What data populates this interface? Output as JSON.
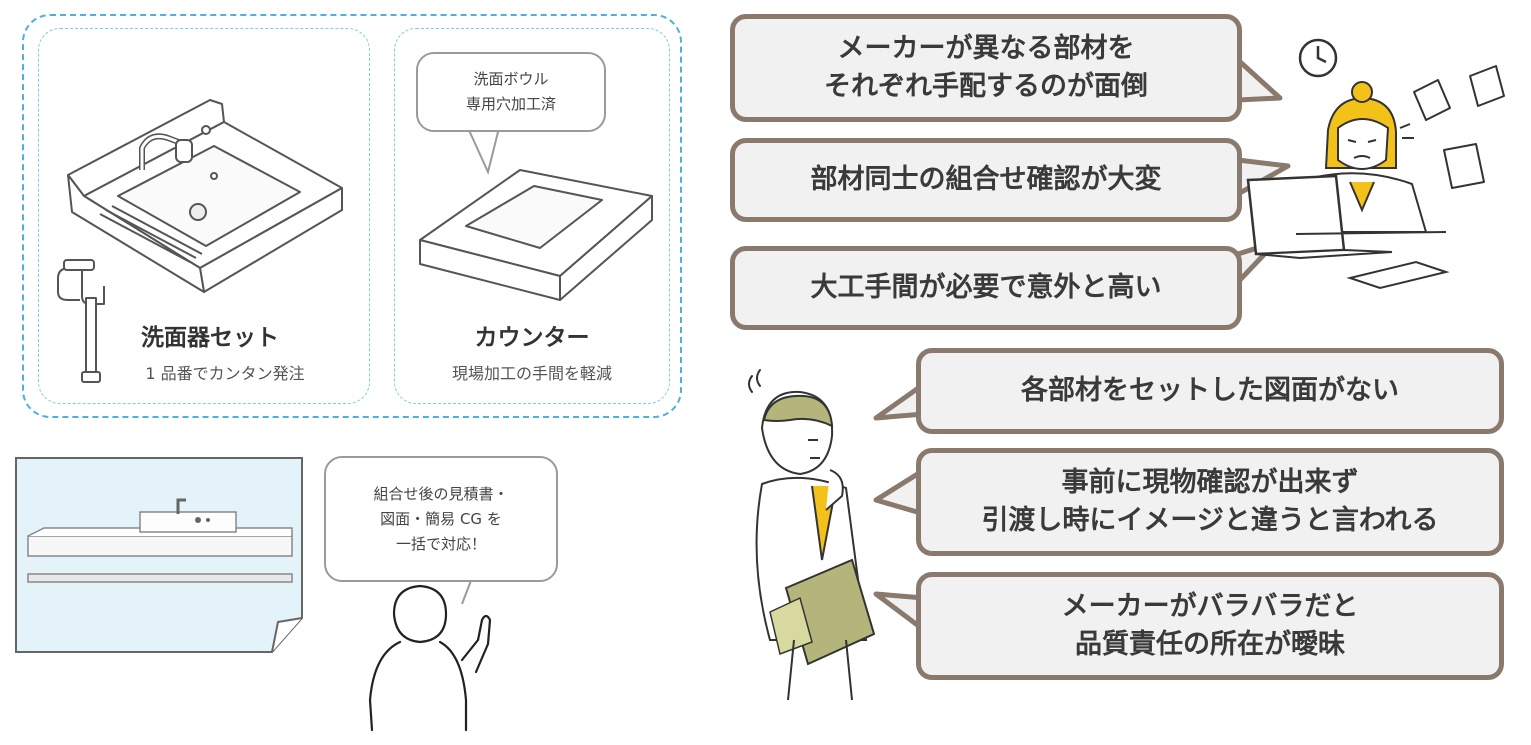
{
  "products": {
    "sink_set": {
      "title": "洗面器セット",
      "subtitle": "1 品番でカンタン発注"
    },
    "counter": {
      "title": "カウンター",
      "subtitle": "現場加工の手間を軽減",
      "bubble_lines": [
        "洗面ボウル",
        "専用穴加工済"
      ]
    }
  },
  "support_bubble": {
    "lines": [
      "組合せ後の見積書・",
      "図面・簡易 CG を",
      "一括で対応！"
    ]
  },
  "problems_top": [
    {
      "lines": [
        "メーカーが異なる部材を",
        "それぞれ手配するのが面倒"
      ]
    },
    {
      "lines": [
        "部材同士の組合せ確認が大変"
      ]
    },
    {
      "lines": [
        "大工手間が必要で意外と高い"
      ]
    }
  ],
  "problems_bottom": [
    {
      "lines": [
        "各部材をセットした図面がない"
      ]
    },
    {
      "lines": [
        "事前に現物確認が出来ず",
        "引渡し時にイメージと違うと言われる"
      ]
    },
    {
      "lines": [
        "メーカーがバラバラだと",
        "品質責任の所在が曖昧"
      ]
    }
  ],
  "colors": {
    "dash_blue": "#4cb1de",
    "bubble_border": "#8a7a6d",
    "bubble_fill": "#f1f1f1",
    "accent_yellow": "#f2c21b",
    "folder_green": "#b3b57a",
    "cg_background": "#e4f3fa"
  }
}
